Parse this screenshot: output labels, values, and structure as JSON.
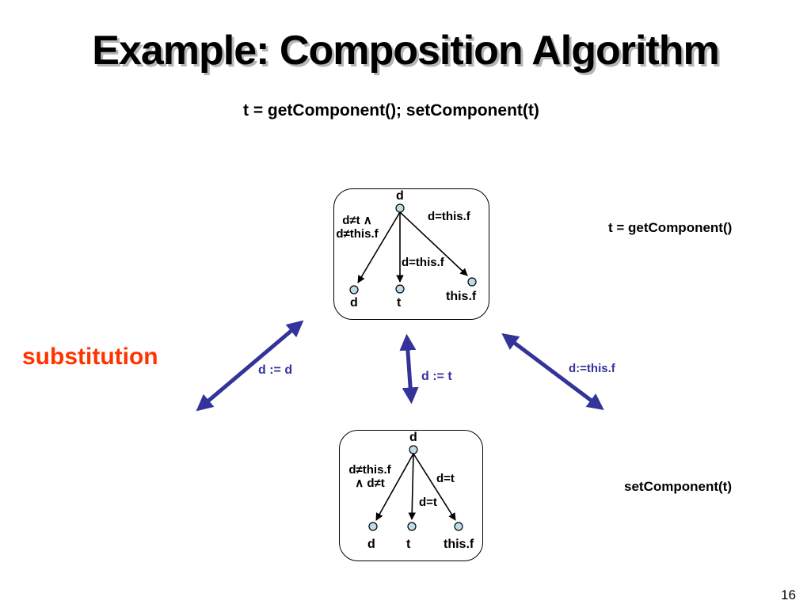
{
  "slide": {
    "title": "Example: Composition Algorithm",
    "subtitle": "t = getComponent(); setComponent(t)",
    "page_number": "16"
  },
  "side_labels": {
    "substitution": "substitution",
    "top_right": "t = getComponent()",
    "bottom_right": "setComponent(t)"
  },
  "arrows": {
    "left": "d := d",
    "center": "d := t",
    "right": "d:=this.f"
  },
  "top_tree": {
    "root": "d",
    "edge_left_line1": "d≠t ∧",
    "edge_left_line2": "d≠this.f",
    "edge_right": "d=this.f",
    "edge_middle": "d=this.f",
    "children": [
      "d",
      "t",
      "this.f"
    ]
  },
  "bottom_tree": {
    "root": "d",
    "edge_left_line1": "d≠this.f",
    "edge_left_line2": "∧ d≠t",
    "edge_right": "d=t",
    "edge_middle": "d=t",
    "children": [
      "d",
      "t",
      "this.f"
    ]
  },
  "colors": {
    "arrow": "#333399",
    "substitution": "#ff3300",
    "node_fill": "#bcdcec",
    "title_shadow": "#b5b5b5"
  }
}
